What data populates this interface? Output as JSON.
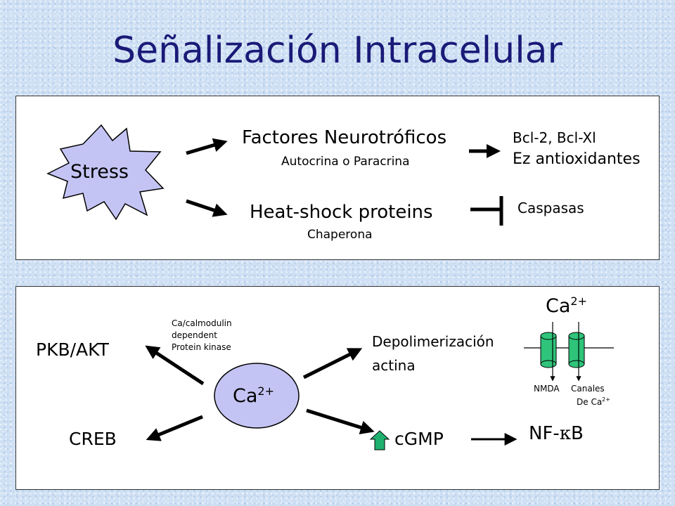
{
  "title": "Señalización Intracelular",
  "top_panel": {
    "stress": "Stress",
    "factores": "Factores Neurotróficos",
    "factores_sub": "Autocrina o Paracrina",
    "bcl": "Bcl-2, Bcl-Xl",
    "ez": "Ez antioxidantes",
    "heat": "Heat-shock proteins",
    "heat_sub": "Chaperona",
    "caspasas": "Caspasas"
  },
  "bottom_panel": {
    "ca_center": "Ca",
    "ca_center_sup": "2+",
    "calmodulin_1": "Ca/calmodulin",
    "calmodulin_2": "dependent",
    "calmodulin_3": "Protein kinase",
    "pkb": "PKB/AKT",
    "creb": "CREB",
    "depol_1": "Depolimerización",
    "depol_2": "actina",
    "cgmp": "cGMP",
    "ca_top": "Ca",
    "ca_top_sup": "2+",
    "nmda": "NMDA",
    "canales": "Canales",
    "de_ca": "De Ca",
    "de_ca_sup": "2+",
    "nfkb_pre": "NF-",
    "nfkb_kappa": "κ",
    "nfkb_post": "B"
  },
  "colors": {
    "title": "#1a1a78",
    "stress_fill": "#c4c4f4",
    "ca_fill": "#c4c4f4",
    "channel": "#2ec47a",
    "up_arrow": "#1fb070"
  }
}
